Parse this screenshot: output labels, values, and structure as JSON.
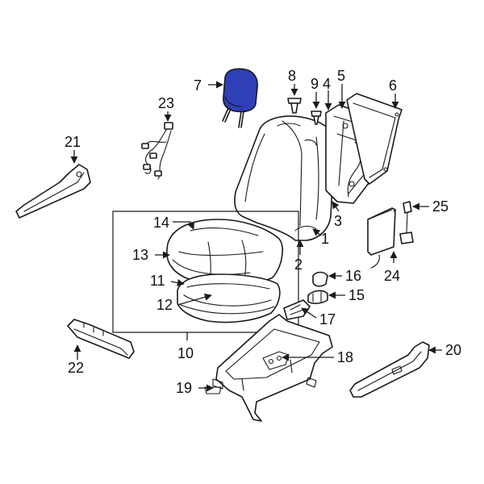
{
  "diagram": {
    "highlight_color": "#2e3fb8",
    "highlighted_part": "7",
    "callouts": {
      "c1": "1",
      "c2": "2",
      "c3": "3",
      "c4": "4",
      "c5": "5",
      "c6": "6",
      "c7": "7",
      "c8": "8",
      "c9": "9",
      "c10": "10",
      "c11": "11",
      "c12": "12",
      "c13": "13",
      "c14": "14",
      "c15": "15",
      "c16": "16",
      "c17": "17",
      "c18": "18",
      "c19": "19",
      "c20": "20",
      "c21": "21",
      "c22": "22",
      "c23": "23",
      "c24": "24",
      "c25": "25"
    }
  }
}
